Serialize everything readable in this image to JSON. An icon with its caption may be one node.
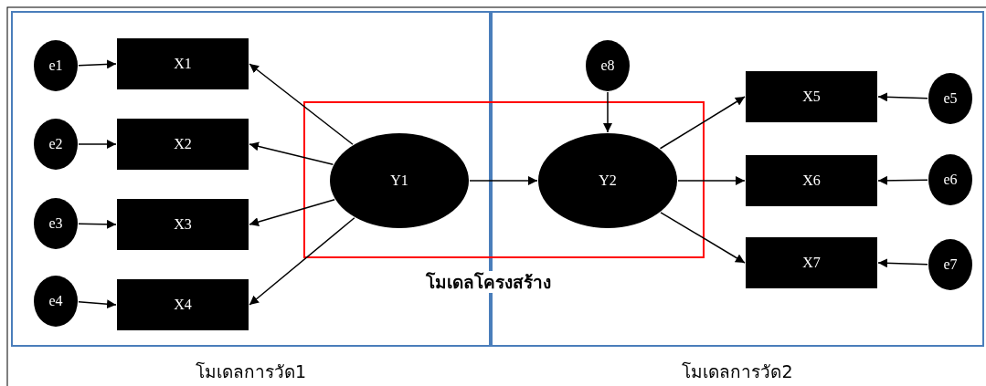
{
  "diagram": {
    "nodes": [
      {
        "text": [
          "โมเดลการวัด1"
        ]
      },
      {
        "text": [
          "โมเดลการวัด2"
        ]
      },
      {
        "text": [
          "e1"
        ],
        "in": 0
      },
      {
        "text": [
          "X1"
        ],
        "in": 0
      },
      {
        "text": [
          "e2"
        ],
        "in": 0
      },
      {
        "text": [
          "X2"
        ],
        "in": 0
      },
      {
        "text": [
          "e3"
        ],
        "in": 0
      },
      {
        "text": [
          "X3"
        ],
        "in": 0
      },
      {
        "text": [
          "e4"
        ],
        "in": 0
      },
      {
        "text": [
          "X4"
        ],
        "in": 0
      },
      {
        "text": [
          "Y1"
        ],
        "in": 0
      },
      {
        "text": [
          "Y2"
        ],
        "in": 1
      },
      {
        "text": [
          "e8"
        ],
        "in": 1
      },
      {
        "text": [
          "X5"
        ],
        "in": 1
      },
      {
        "text": [
          "e5"
        ],
        "in": 1
      },
      {
        "text": [
          "X6"
        ],
        "in": 1
      },
      {
        "text": [
          "e6"
        ],
        "in": 1
      },
      {
        "text": [
          "X7"
        ],
        "in": 1
      },
      {
        "text": [
          "e7"
        ],
        "in": 1
      }
    ],
    "edges": [
      {
        "from": 2,
        "to": 3,
        "arrow": "to"
      },
      {
        "from": 4,
        "to": 5,
        "arrow": "to"
      },
      {
        "from": 6,
        "to": 7,
        "arrow": "to"
      },
      {
        "from": 8,
        "to": 9,
        "arrow": "to"
      },
      {
        "from": 10,
        "to": 3,
        "arrow": "to"
      },
      {
        "from": 10,
        "to": 5,
        "arrow": "to"
      },
      {
        "from": 10,
        "to": 7,
        "arrow": "to"
      },
      {
        "from": 10,
        "to": 9,
        "arrow": "to"
      },
      {
        "from": 10,
        "to": 11,
        "arrow": "to"
      },
      {
        "from": 12,
        "to": 11,
        "arrow": "to"
      },
      {
        "from": 11,
        "to": 13,
        "arrow": "to"
      },
      {
        "from": 11,
        "to": 15,
        "arrow": "to"
      },
      {
        "from": 11,
        "to": 17,
        "arrow": "to"
      },
      {
        "from": 14,
        "to": 13,
        "arrow": "to"
      },
      {
        "from": 16,
        "to": 15,
        "arrow": "to"
      },
      {
        "from": 18,
        "to": 17,
        "arrow": "to"
      }
    ],
    "labels": [
      "โมเดลโครงสร้าง"
    ]
  }
}
